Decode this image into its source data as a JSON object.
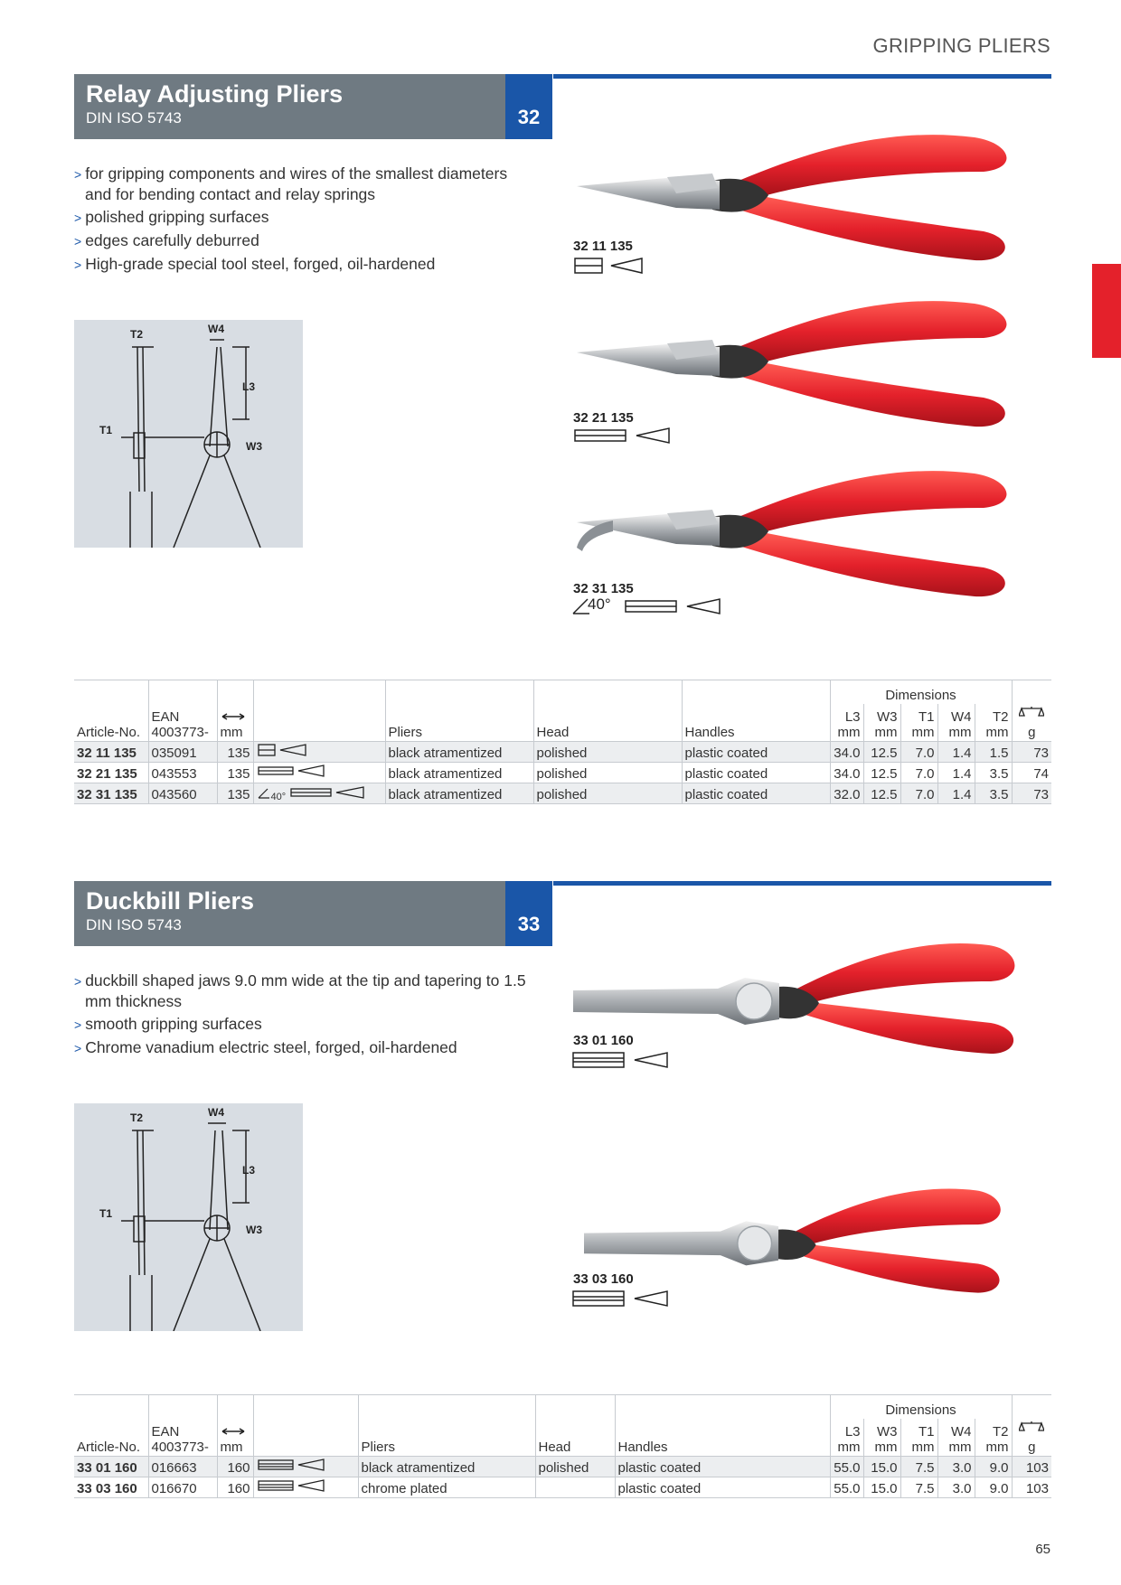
{
  "header": {
    "category": "GRIPPING PLIERS"
  },
  "page_number": "65",
  "sections": [
    {
      "title": "Relay Adjusting Pliers",
      "standard": "DIN ISO 5743",
      "number": "32",
      "features": [
        "for gripping components and wires of the smallest diameters and for bending contact and relay springs",
        "polished gripping surfaces",
        "edges carefully deburred",
        "High-grade special tool steel, forged, oil-hardened"
      ],
      "diagram_labels": {
        "t2": "T2",
        "w4": "W4",
        "l3": "L3",
        "t1": "T1",
        "w3": "W3"
      },
      "products": [
        {
          "article": "32 11 135",
          "angle": ""
        },
        {
          "article": "32 21 135",
          "angle": ""
        },
        {
          "article": "32 31 135",
          "angle": "40°"
        }
      ],
      "table": {
        "group_header": "Dimensions",
        "col_article": "Article-No.",
        "col_ean": "EAN",
        "col_ean_prefix": "4003773-",
        "col_length_unit": "mm",
        "col_pliers": "Pliers",
        "col_head": "Head",
        "col_handles": "Handles",
        "dims": [
          {
            "name": "L3",
            "unit": "mm"
          },
          {
            "name": "W3",
            "unit": "mm"
          },
          {
            "name": "T1",
            "unit": "mm"
          },
          {
            "name": "W4",
            "unit": "mm"
          },
          {
            "name": "T2",
            "unit": "mm"
          }
        ],
        "col_weight_unit": "g",
        "rows": [
          {
            "article": "32 11 135",
            "ean": "035091",
            "length": "135",
            "angle": "",
            "pliers": "black atramentized",
            "head": "polished",
            "handles": "plastic coated",
            "l3": "34.0",
            "w3": "12.5",
            "t1": "7.0",
            "w4": "1.4",
            "t2": "1.5",
            "weight": "73"
          },
          {
            "article": "32 21 135",
            "ean": "043553",
            "length": "135",
            "angle": "",
            "pliers": "black atramentized",
            "head": "polished",
            "handles": "plastic coated",
            "l3": "34.0",
            "w3": "12.5",
            "t1": "7.0",
            "w4": "1.4",
            "t2": "3.5",
            "weight": "74"
          },
          {
            "article": "32 31 135",
            "ean": "043560",
            "length": "135",
            "angle": "40°",
            "pliers": "black atramentized",
            "head": "polished",
            "handles": "plastic coated",
            "l3": "32.0",
            "w3": "12.5",
            "t1": "7.0",
            "w4": "1.4",
            "t2": "3.5",
            "weight": "73"
          }
        ]
      }
    },
    {
      "title": "Duckbill Pliers",
      "standard": "DIN ISO 5743",
      "number": "33",
      "features": [
        "duckbill shaped jaws 9.0 mm wide at the tip and tapering to 1.5 mm thickness",
        "smooth gripping surfaces",
        "Chrome vanadium electric steel, forged, oil-hardened"
      ],
      "diagram_labels": {
        "t2": "T2",
        "w4": "W4",
        "l3": "L3",
        "t1": "T1",
        "w3": "W3"
      },
      "products": [
        {
          "article": "33 01 160"
        },
        {
          "article": "33 03 160"
        }
      ],
      "table": {
        "group_header": "Dimensions",
        "col_article": "Article-No.",
        "col_ean": "EAN",
        "col_ean_prefix": "4003773-",
        "col_length_unit": "mm",
        "col_pliers": "Pliers",
        "col_head": "Head",
        "col_handles": "Handles",
        "dims": [
          {
            "name": "L3",
            "unit": "mm"
          },
          {
            "name": "W3",
            "unit": "mm"
          },
          {
            "name": "T1",
            "unit": "mm"
          },
          {
            "name": "W4",
            "unit": "mm"
          },
          {
            "name": "T2",
            "unit": "mm"
          }
        ],
        "col_weight_unit": "g",
        "rows": [
          {
            "article": "33 01 160",
            "ean": "016663",
            "length": "160",
            "pliers": "black atramentized",
            "head": "polished",
            "handles": "plastic coated",
            "l3": "55.0",
            "w3": "15.0",
            "t1": "7.5",
            "w4": "3.0",
            "t2": "9.0",
            "weight": "103"
          },
          {
            "article": "33 03 160",
            "ean": "016670",
            "length": "160",
            "pliers": "chrome plated",
            "head": "",
            "handles": "plastic coated",
            "l3": "55.0",
            "w3": "15.0",
            "t1": "7.5",
            "w4": "3.0",
            "t2": "9.0",
            "weight": "103"
          }
        ]
      }
    }
  ],
  "colors": {
    "brand_blue": "#1a56a8",
    "header_gray": "#6f7a82",
    "handle_red": "#e4212b",
    "diagram_bg": "#d8dde3"
  },
  "icons": [
    "length-arrow-icon",
    "weight-scale-icon",
    "flat-jaw-section-icon",
    "taper-jaw-icon",
    "angle-icon"
  ]
}
